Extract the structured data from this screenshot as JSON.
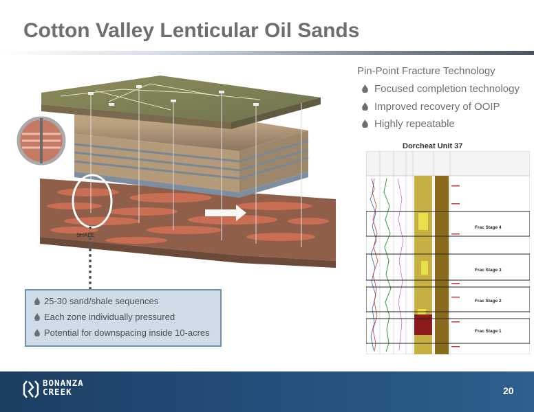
{
  "slide": {
    "title": "Cotton Valley Lenticular Oil Sands",
    "page_number": "20"
  },
  "graphic": {
    "shale_label": "SHALE"
  },
  "callout": {
    "items": [
      "25-30 sand/shale sequences",
      "Each zone individually pressured",
      "Potential for downspacing inside 10-acres"
    ]
  },
  "right_panel": {
    "heading": "Pin-Point Fracture Technology",
    "bullets": [
      "Focused completion technology",
      "Improved recovery of OOIP",
      "Highly repeatable"
    ]
  },
  "log_chart": {
    "title": "Dorcheat Unit 37",
    "stages": [
      "Frac Stage 4",
      "Frac Stage 3",
      "Frac Stage 2",
      "Frac Stage 1"
    ]
  },
  "logo": {
    "line1": "BONANZA",
    "line2": "CREEK",
    "icon": "bonanza-creek-logo-icon"
  },
  "colors": {
    "title": "#6d6e71",
    "footer": "#24507c",
    "callout_fill": "#cfdbe6",
    "callout_border": "#6f8fac",
    "bullet_icon": "#6d6e71"
  }
}
